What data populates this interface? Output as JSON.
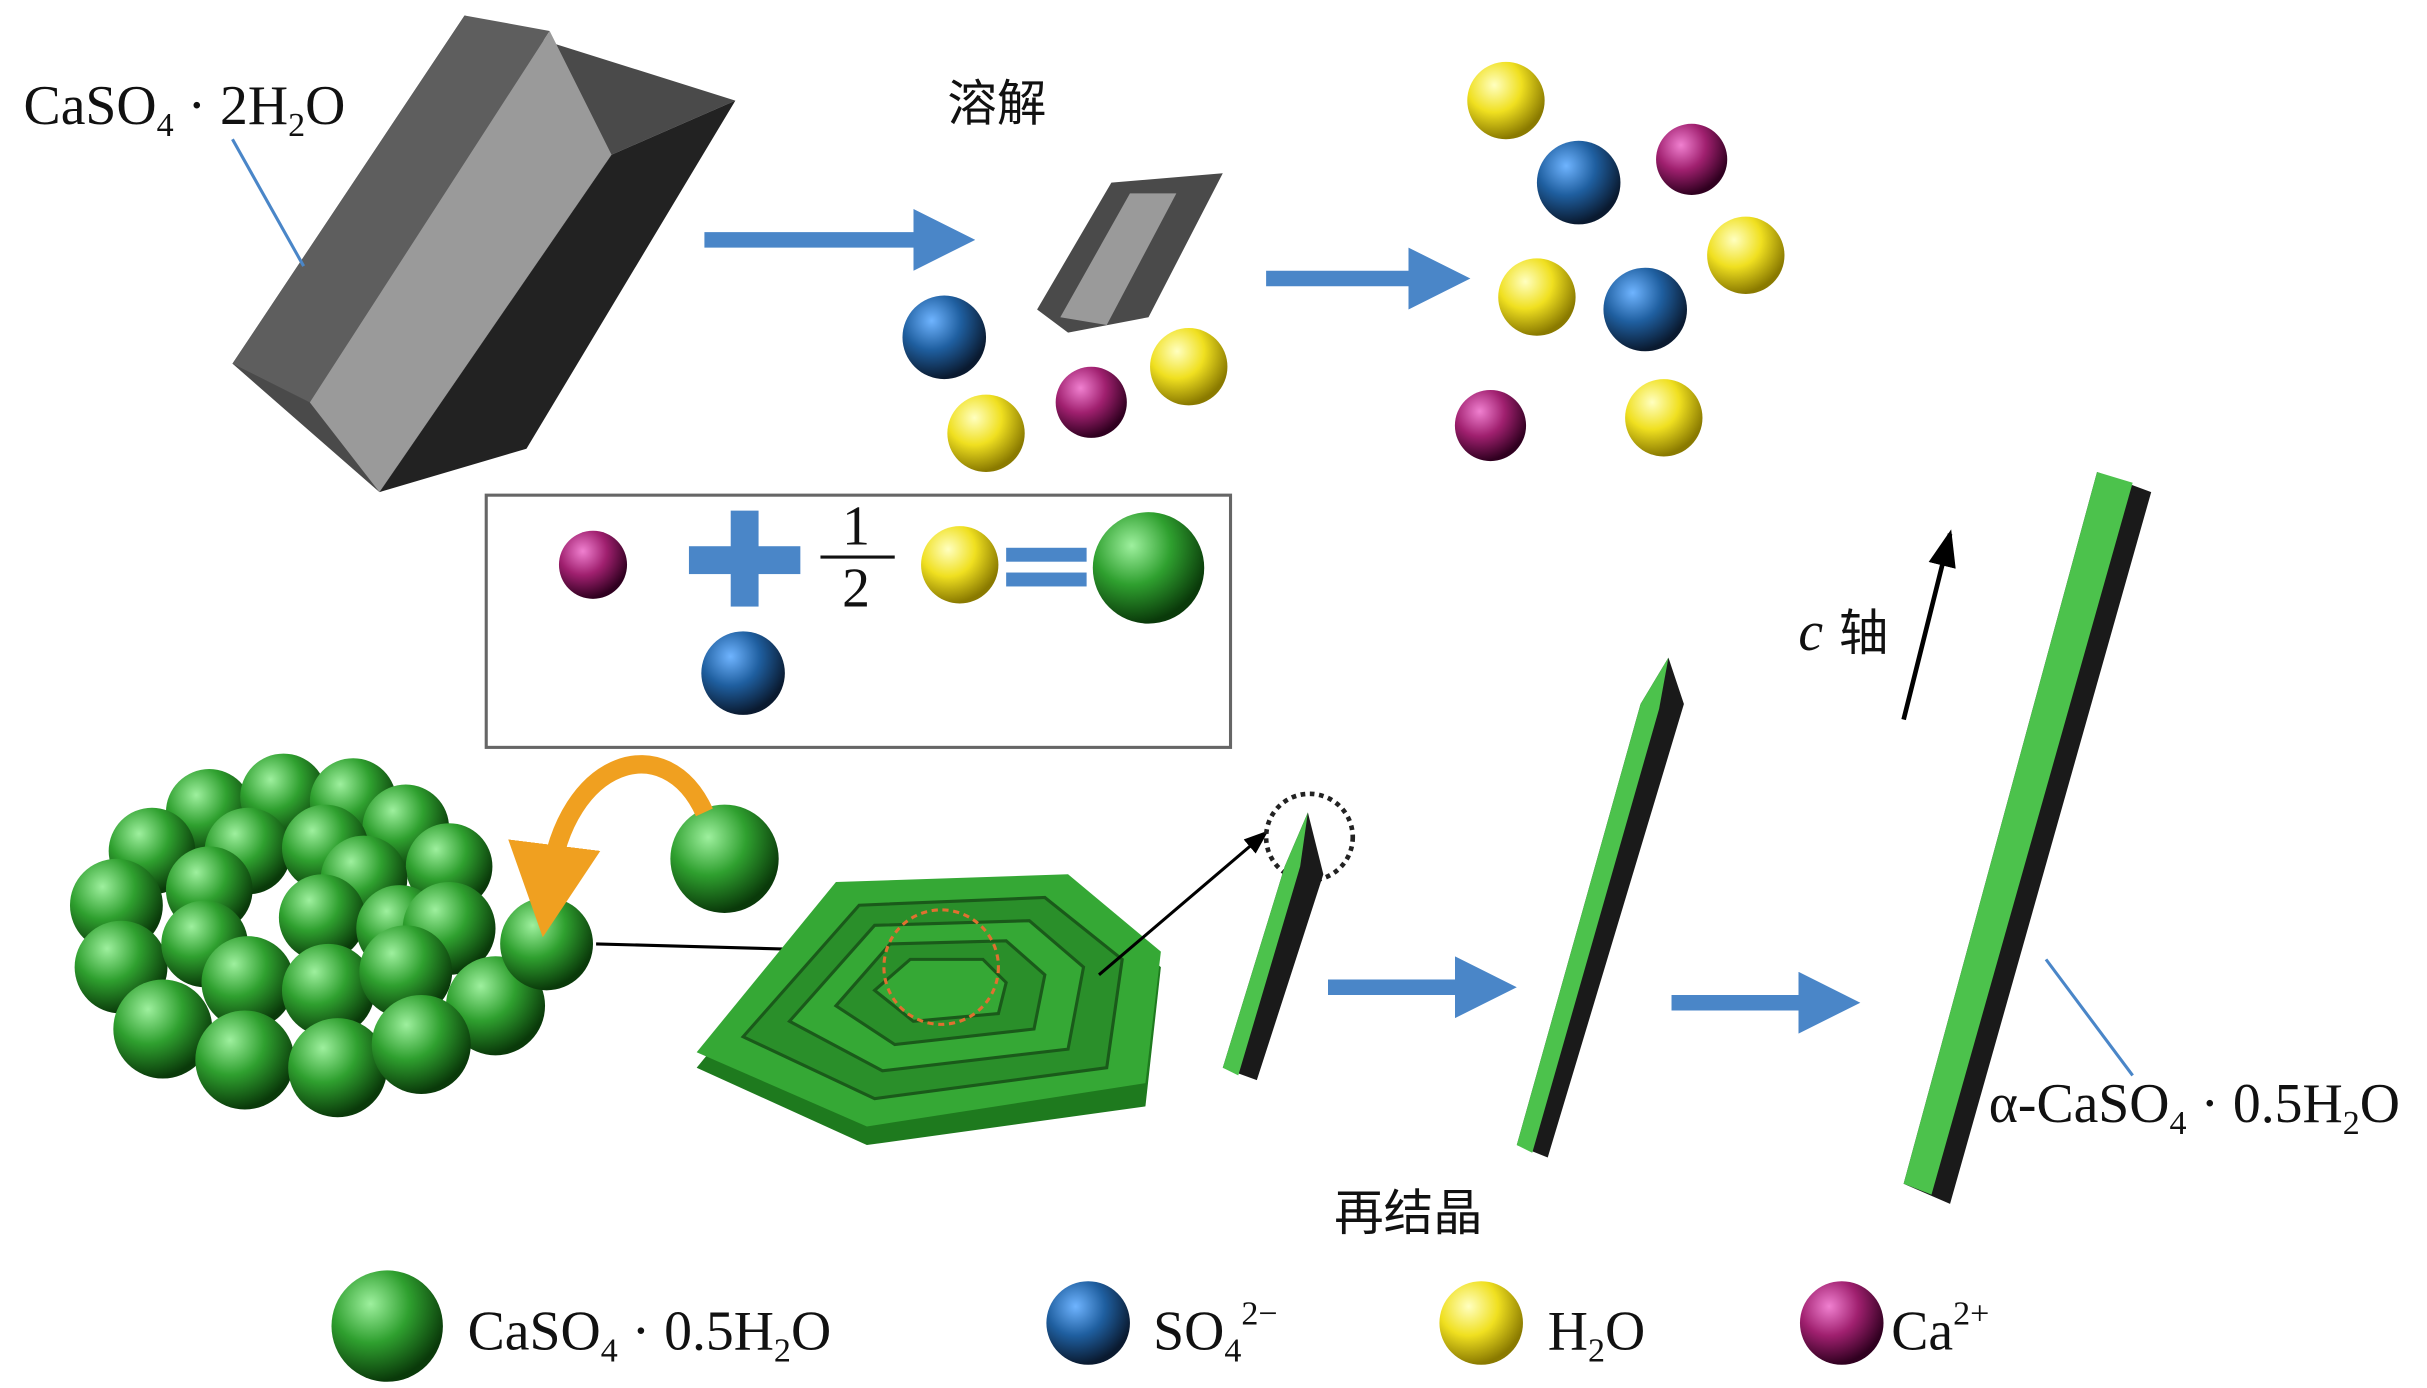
{
  "labels": {
    "gypsum": {
      "a": "CaSO",
      "b": "4",
      "c": " · 2H",
      "d": "2",
      "e": "O"
    },
    "dissolve": "溶解",
    "fraction": {
      "num": "1",
      "den": "2"
    },
    "c_axis": {
      "italic": "c",
      "text": " 轴"
    },
    "recrystallize": "再结晶",
    "alpha": {
      "a": "α-CaSO",
      "b": "4",
      "c": " · 0.5H",
      "d": "2",
      "e": "O"
    }
  },
  "legend": {
    "hemihydrate": {
      "a": "CaSO",
      "b": "4",
      "c": " · 0.5H",
      "d": "2",
      "e": "O"
    },
    "sulfate": {
      "a": "SO",
      "b": "4",
      "c": "2−"
    },
    "water": {
      "a": "H",
      "b": "2",
      "c": "O"
    },
    "calcium": {
      "a": "Ca",
      "b": "2+"
    }
  },
  "colors": {
    "sulfate": "#1f5fa0",
    "water": "#f0e020",
    "calcium": "#a0206f",
    "hemihydrate": "#2fa02f",
    "arrow": "#4a86c8"
  }
}
